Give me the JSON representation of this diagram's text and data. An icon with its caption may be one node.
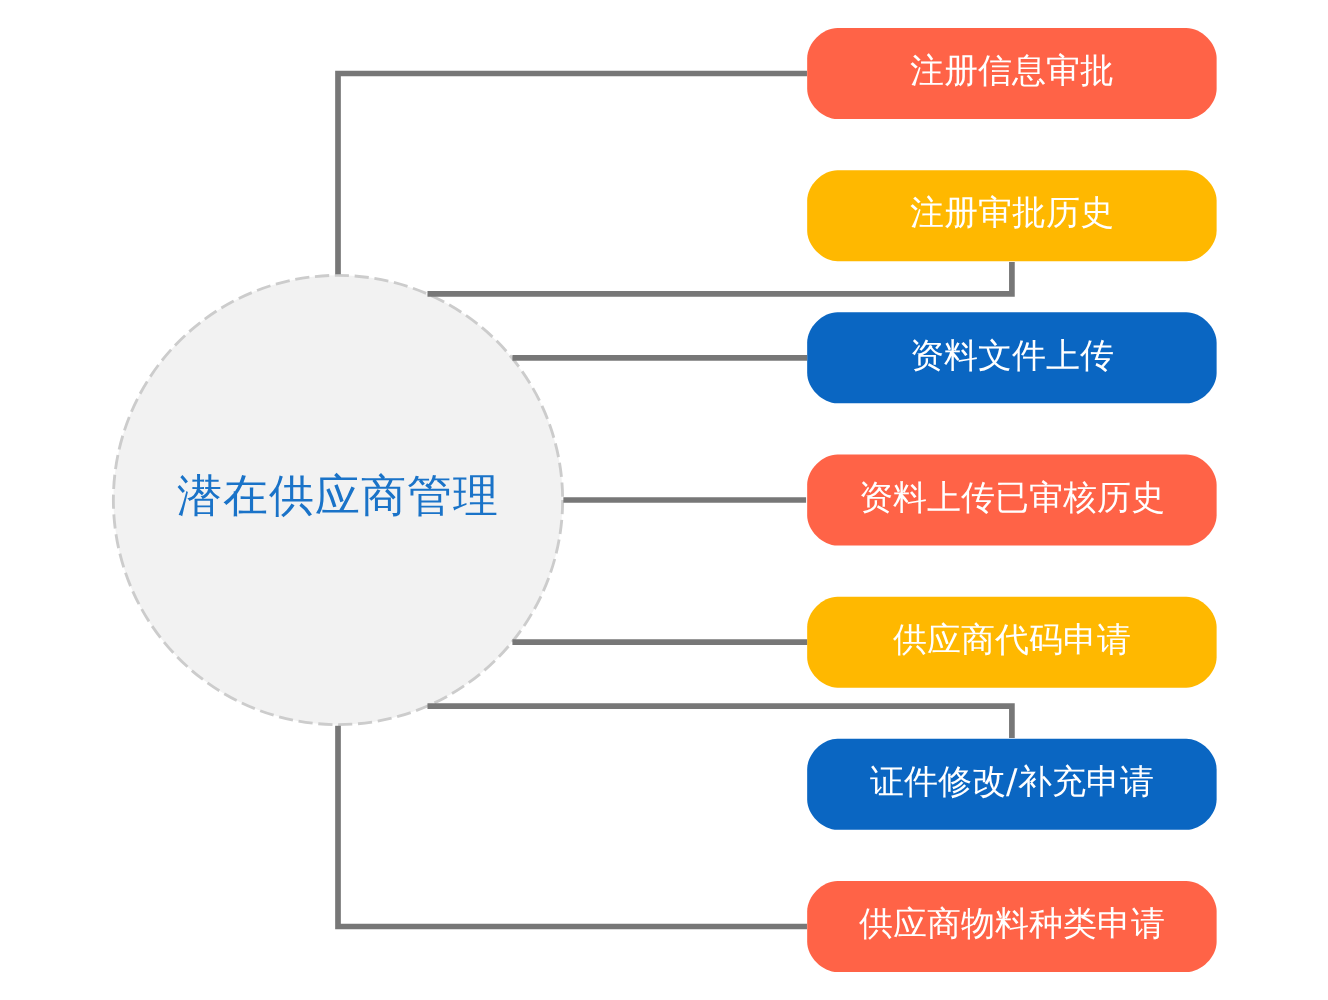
{
  "diagram": {
    "nodes": [
      {
        "text": [
          "潜在供应商管理"
        ]
      },
      {
        "text": [
          "注册信息审批"
        ]
      },
      {
        "text": [
          "注册审批历史"
        ]
      },
      {
        "text": [
          "资料文件上传"
        ]
      },
      {
        "text": [
          "资料上传已审核历史"
        ]
      },
      {
        "text": [
          "供应商代码申请"
        ]
      },
      {
        "text": [
          "证件修改/补充申请"
        ]
      },
      {
        "text": [
          "供应商物料种类申请"
        ]
      }
    ],
    "edges": [
      {
        "from": 0,
        "to": 1,
        "arrow": "none"
      },
      {
        "from": 0,
        "to": 2,
        "arrow": "none"
      },
      {
        "from": 0,
        "to": 3,
        "arrow": "none"
      },
      {
        "from": 0,
        "to": 4,
        "arrow": "none"
      },
      {
        "from": 0,
        "to": 5,
        "arrow": "none"
      },
      {
        "from": 0,
        "to": 6,
        "arrow": "none"
      },
      {
        "from": 0,
        "to": 7,
        "arrow": "none"
      }
    ]
  }
}
